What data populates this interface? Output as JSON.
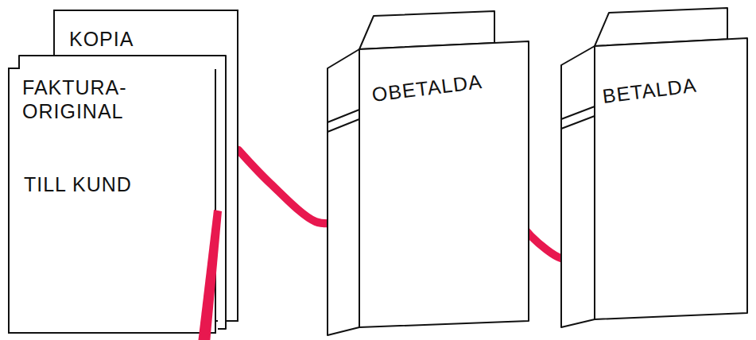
{
  "diagram": {
    "nodes": [
      {
        "text": [
          "KOPIA"
        ]
      },
      {
        "text": [
          "FAKTURA- ORIGINAL",
          "TILL KUND"
        ]
      },
      {
        "text": [
          "OBETALDA"
        ]
      },
      {
        "text": [
          "BETALDA"
        ]
      }
    ],
    "edges": [
      {
        "from": 0,
        "to": 2,
        "arrow": "to"
      },
      {
        "from": 2,
        "to": 3,
        "arrow": "to"
      }
    ]
  }
}
